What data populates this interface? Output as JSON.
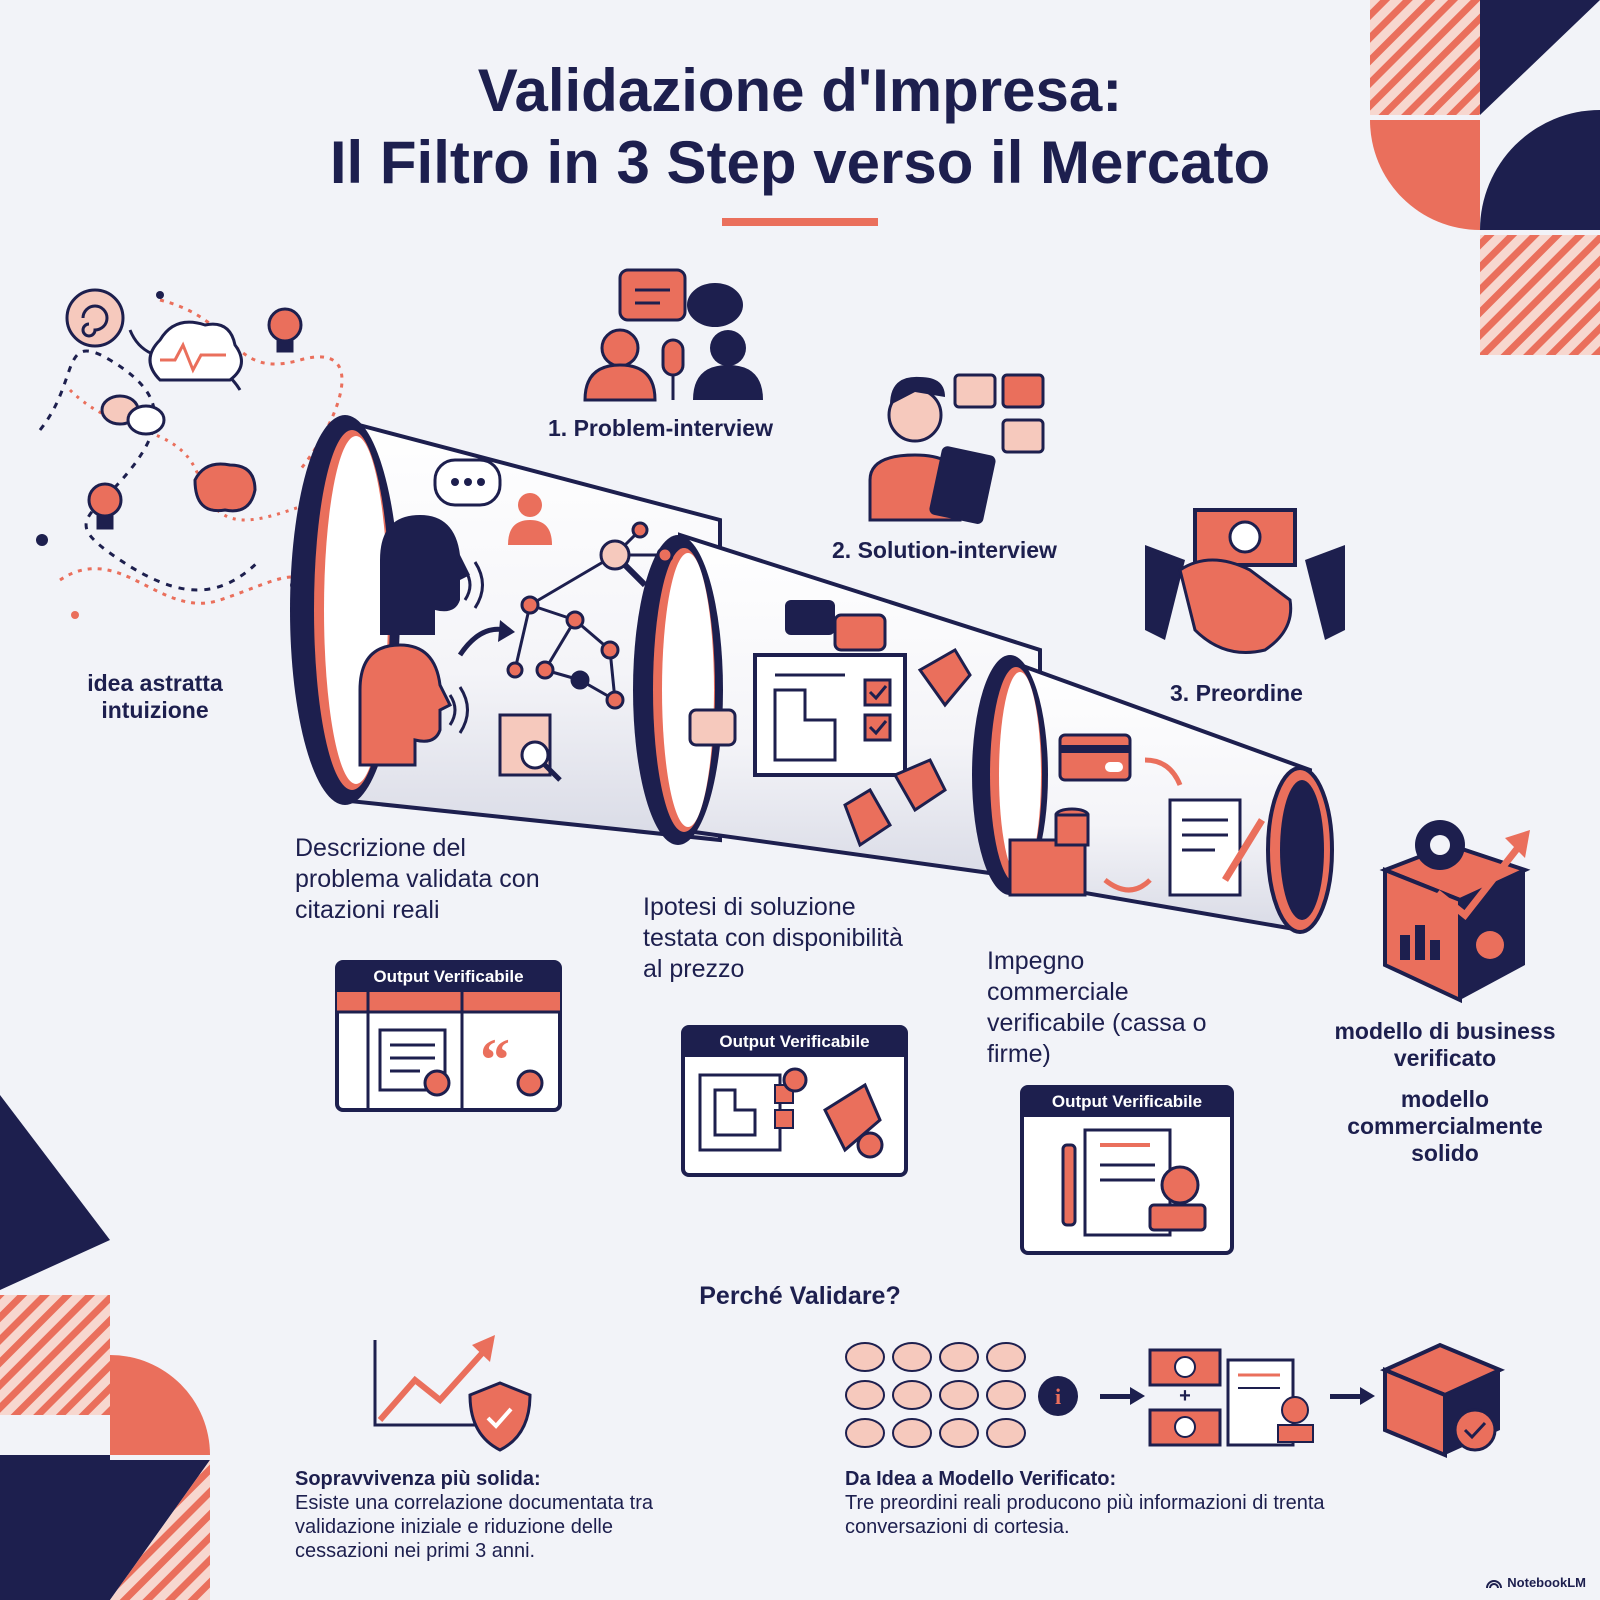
{
  "title": {
    "line1": "Validazione d'Impresa:",
    "line2": "Il Filtro in 3 Step verso il Mercato"
  },
  "colors": {
    "navy": "#1d1f4e",
    "coral": "#ea6f5c",
    "peach": "#f6c9bd",
    "background": "#f2f3f8"
  },
  "start": {
    "label_line1": "idea astratta",
    "label_line2": "intuizione"
  },
  "steps": [
    {
      "label": "1. Problem-interview",
      "description": [
        "Descrizione del",
        "problema validata con",
        "citazioni reali"
      ],
      "output_label": "Output Verificabile",
      "icons": [
        "team-interview-icon",
        "quote-icon",
        "document-check-icon"
      ]
    },
    {
      "label": "2. Solution-interview",
      "description": [
        "Ipotesi di soluzione",
        "testata con disponibilità",
        "al prezzo"
      ],
      "output_label": "Output Verificabile",
      "icons": [
        "person-tablet-icon",
        "blueprint-icon",
        "price-tag-icon"
      ]
    },
    {
      "label": "3. Preordine",
      "description": [
        "Impegno",
        "commerciale",
        "verificabile (cassa o",
        "firme)"
      ],
      "output_label": "Output Verificabile",
      "icons": [
        "handshake-money-icon",
        "contract-pen-icon",
        "stamp-icon"
      ]
    }
  ],
  "end": {
    "label1_line1": "modello di business",
    "label1_line2": "verificato",
    "label2_line1": "modello",
    "label2_line2": "commercialmente",
    "label2_line3": "solido",
    "icon": "growth-box-icon"
  },
  "why": {
    "heading": "Perché Validare?",
    "left": {
      "title": "Sopravvivenza più solida:",
      "text": [
        "Esiste una correlazione documentata tra",
        "validazione iniziale e riduzione delle",
        "cessazioni nei primi 3 anni."
      ],
      "icon": "growth-shield-icon"
    },
    "right": {
      "title": "Da Idea a Modello Verificato:",
      "text": [
        "Tre preordini reali producono più informazioni di trenta",
        "conversazioni di cortesia."
      ],
      "icons": [
        "question-bubbles-icon",
        "info-icon",
        "money-contract-icon",
        "package-check-icon"
      ]
    }
  },
  "brand": "NotebookLM"
}
